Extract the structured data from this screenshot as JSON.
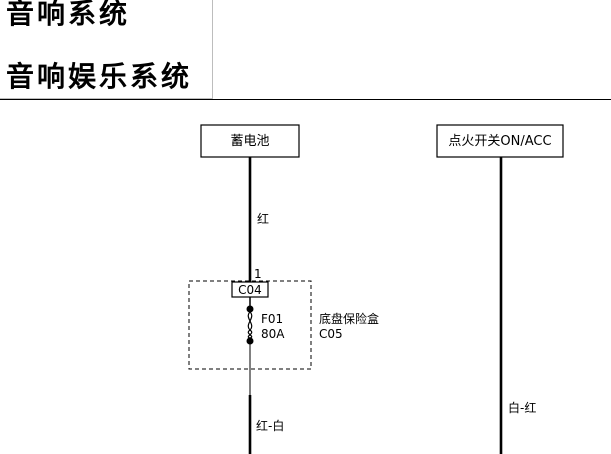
{
  "header": {
    "title": "音响系统",
    "subtitle": "音响娱乐系统"
  },
  "diagram": {
    "battery_label": "蓄电池",
    "ignition_label": "点火开关ON/ACC",
    "wire_red": "红",
    "pin_number": "1",
    "connector_c04": "C04",
    "fuse_id": "F01",
    "fuse_rating": "80A",
    "fuse_box_name": "底盘保险盒",
    "fuse_box_code": "C05",
    "wire_red_white": "红-白",
    "wire_white_red": "白-红"
  }
}
